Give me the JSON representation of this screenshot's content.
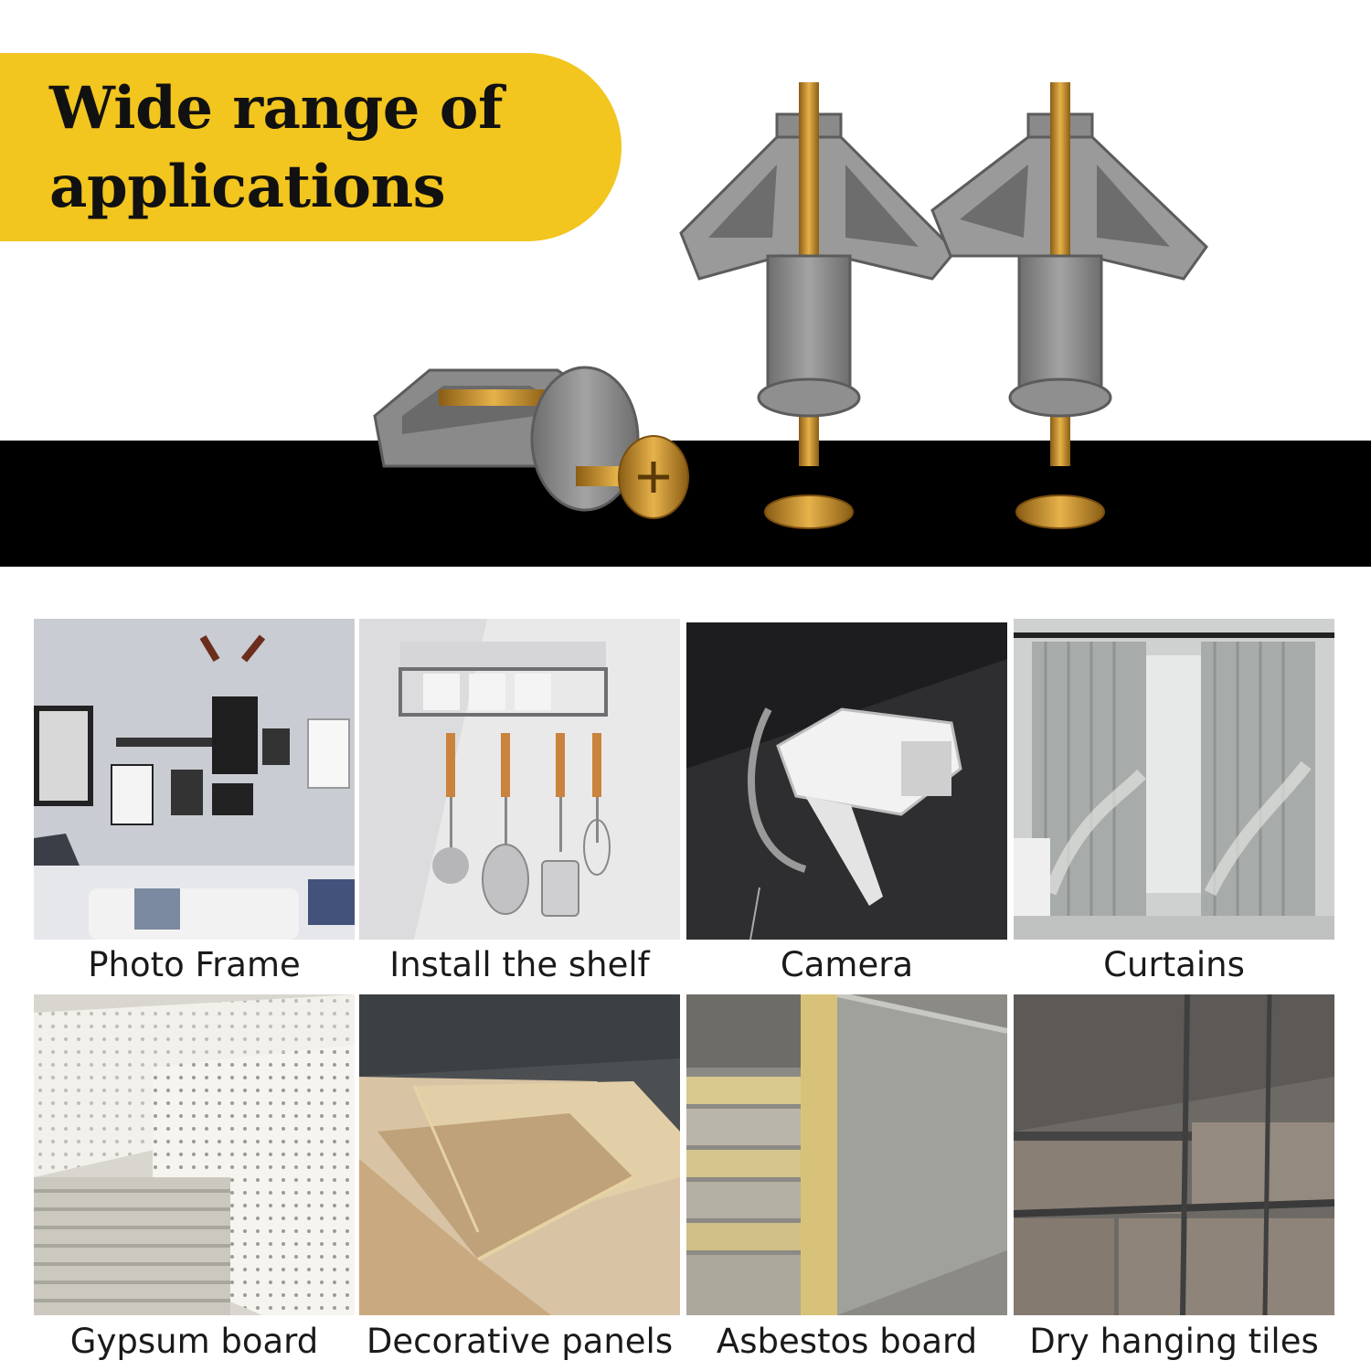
{
  "header": {
    "title_line1": "Wide range of",
    "title_line2": "applications"
  },
  "colors": {
    "banner_yellow": "#f2c51f",
    "band_black": "#000000",
    "plastic_grey": "#8a8a8a",
    "brass": "#c8922e"
  },
  "applications": [
    {
      "label": "Photo Frame"
    },
    {
      "label": "Install the shelf"
    },
    {
      "label": "Camera"
    },
    {
      "label": "Curtains"
    },
    {
      "label": "Gypsum board"
    },
    {
      "label": "Decorative panels"
    },
    {
      "label": "Asbestos board"
    },
    {
      "label": "Dry hanging tiles"
    }
  ]
}
